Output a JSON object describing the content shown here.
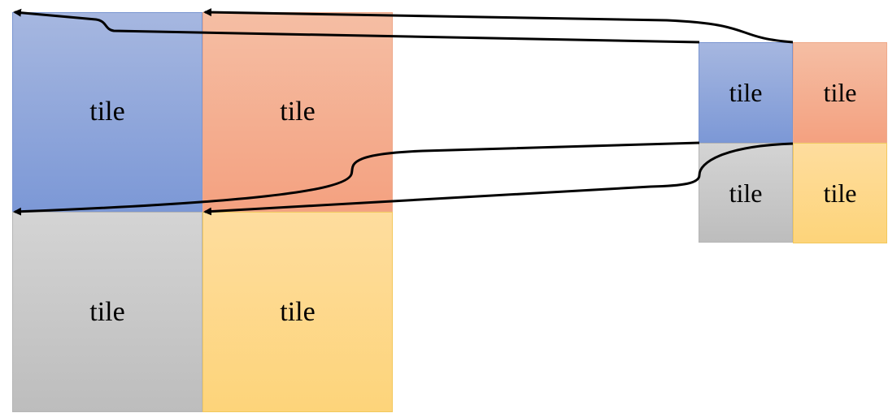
{
  "large_grid": {
    "top_left": "tile",
    "top_right": "tile",
    "bottom_left": "tile",
    "bottom_right": "tile"
  },
  "small_grid": {
    "top_left": "tile",
    "top_right": "tile",
    "bottom_left": "tile",
    "bottom_right": "tile"
  },
  "colors": {
    "blue": "#8aa4da",
    "orange": "#f5ae90",
    "grey": "#c8c8c8",
    "yellow": "#fed88a",
    "arrow": "#000000"
  }
}
